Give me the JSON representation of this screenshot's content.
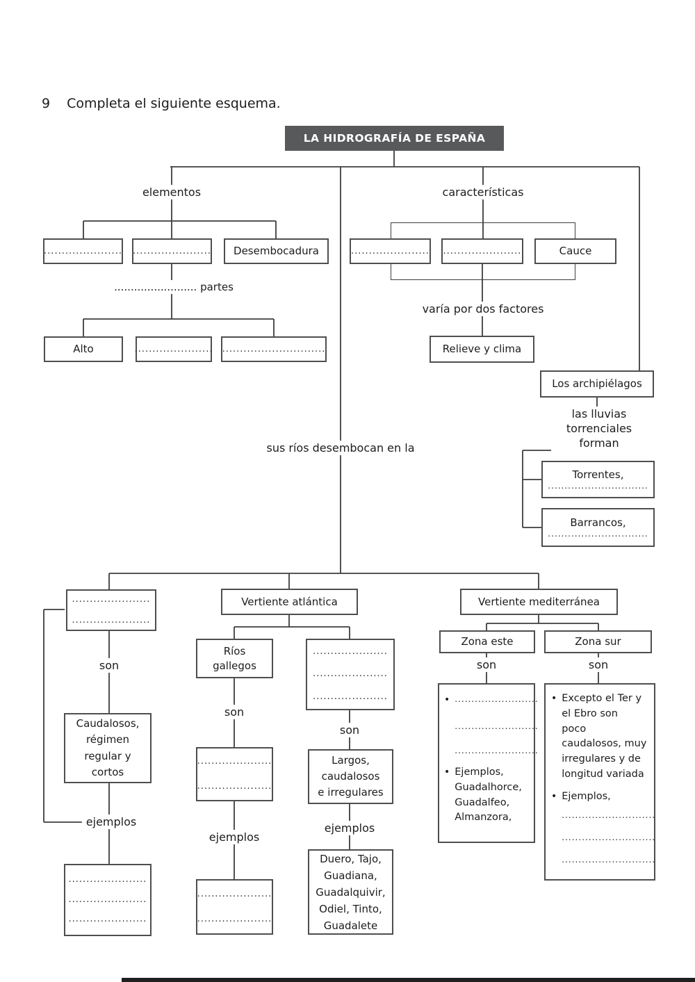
{
  "glyphs": {
    "bullet": "•"
  },
  "colors": {
    "title_bg": "#58595b",
    "title_text": "#ffffff",
    "line": "#3d3d3d",
    "box_border": "#4e4e4e"
  },
  "heading": {
    "number": "9",
    "instruction": "Completa el siguiente esquema."
  },
  "title": "LA HIDROGRAFÍA DE ESPAÑA",
  "elementos": {
    "label": "elementos",
    "blank1": "......................",
    "blank2": "......................",
    "box3": "Desembocadura",
    "partes": "......................... partes",
    "alto": "Alto",
    "blank3": "......................",
    "blank4": "............................."
  },
  "caracteristicas": {
    "label": "características",
    "blank1": "......................",
    "blank2": "......................",
    "box3": "Cauce",
    "varia": "varía por dos factores",
    "relieve": "Relieve y clima"
  },
  "archipielagos": {
    "box": "Los archipiélagos",
    "forman": "las lluvias\ntorrenciales forman",
    "torrentes": "Torrentes,",
    "torrentes_dots": "..............................",
    "barrancos": "Barrancos,",
    "barrancos_dots": ".............................."
  },
  "desembocan": "sus ríos desembocan en la",
  "vertiente_norte": {
    "blank_title": "......................\n......................",
    "son": "son",
    "descripcion": "Caudalosos,\nrégimen\nregular y\ncortos",
    "ejemplos": "ejemplos",
    "ejemplos_dots": "......................\n......................\n......................"
  },
  "vertiente_atlantica": {
    "title": "Vertiente atlántica",
    "rios_gallegos": "Ríos\ngallegos",
    "blank_group": ".....................\n.....................\n.....................",
    "son1": "son",
    "son2": "son",
    "gallegos_desc_dots": ".....................\n.....................",
    "largos": "Largos,\ncaudalosos\ne irregulares",
    "ejemplos1": "ejemplos",
    "ejemplos2": "ejemplos",
    "gallegos_ejemplos_dots": ".....................\n.....................",
    "rios": "Duero, Tajo,\nGuadiana,\nGuadalquivir,\nOdiel, Tinto,\nGuadalete"
  },
  "vertiente_mediterranea": {
    "title": "Vertiente mediterránea",
    "zona_este": "Zona este",
    "zona_sur": "Zona sur",
    "son1": "son",
    "son2": "son",
    "este_dots1": ".........................",
    "este_dots2": ".........................",
    "este_dots3": ".........................",
    "este_ejemplos": "Ejemplos,\nGuadalhorce,\nGuadalfeo,\nAlmanzora,",
    "sur_desc": "Excepto el Ter y\nel Ebro  son\npoco\ncaudalosos, muy\nirregulares y de\nlongitud variada",
    "sur_ejemplos": "Ejemplos,",
    "sur_dots1": "............................",
    "sur_dots2": "............................",
    "sur_dots3": "............................"
  }
}
